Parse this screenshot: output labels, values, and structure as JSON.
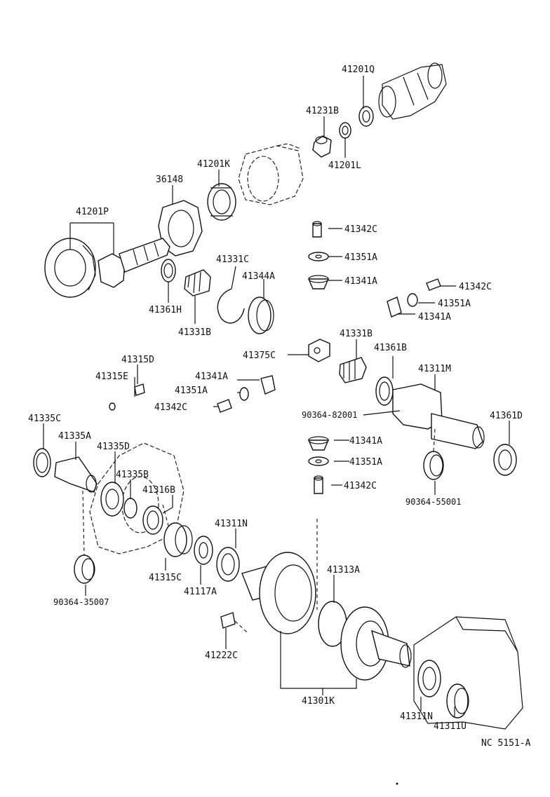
{
  "labels": {
    "p41201Q": "41201Q",
    "p41231B": "41231B",
    "p41201L": "41201L",
    "p41201K": "41201K",
    "p36148": "36148",
    "p41201P": "41201P",
    "p41342C_a": "41342C",
    "p41351A_a": "41351A",
    "p41341A_a": "41341A",
    "p41342C_b": "41342C",
    "p41351A_b": "41351A",
    "p41341A_b": "41341A",
    "p41331C": "41331C",
    "p41344A": "41344A",
    "p41361H": "41361H",
    "p41331B_a": "41331B",
    "p41375C": "41375C",
    "p41331B_b": "41331B",
    "p41361B": "41361B",
    "p41311M": "41311M",
    "p41315D": "41315D",
    "p41315E": "41315E",
    "p41341A_c": "41341A",
    "p41351A_c": "41351A",
    "p41342C_c": "41342C",
    "p90364_82001": "90364-82001",
    "p41361D": "41361D",
    "p41335C": "41335C",
    "p41335A": "41335A",
    "p41335D": "41335D",
    "p41335B": "41335B",
    "p41316B": "41316B",
    "p41341A_d": "41341A",
    "p41351A_d": "41351A",
    "p41342C_d": "41342C",
    "p90364_55001": "90364-55001",
    "p41311N_a": "41311N",
    "p41313A": "41313A",
    "p90364_35007": "90364-35007",
    "p41315C": "41315C",
    "p41117A": "41117A",
    "p41222C": "41222C",
    "p41301K": "41301K",
    "p41311N_b": "41311N",
    "p41311U": "41311U"
  },
  "footer": {
    "code": "NC 5151-A"
  }
}
